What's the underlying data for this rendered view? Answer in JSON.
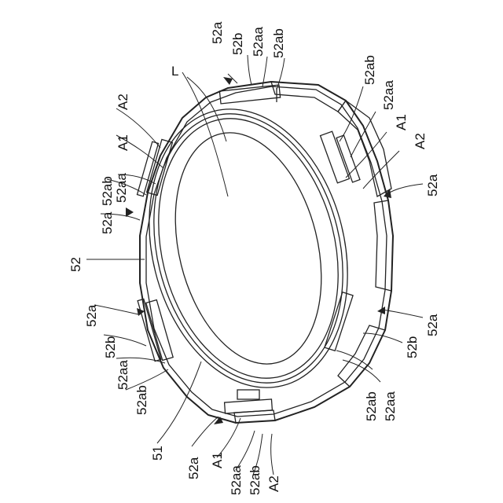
{
  "labels": {
    "l_L": "L",
    "l_52": "52",
    "l_51": "51",
    "top_52a": "52a",
    "top_52b": "52b",
    "top_52aa": "52aa",
    "top_52ab": "52ab",
    "tr_52ab": "52ab",
    "tr_52aa": "52aa",
    "tr_A1": "A1",
    "tr_A2": "A2",
    "r_52a_upper": "52a",
    "r_52a_lower": "52a",
    "r_52b": "52b",
    "br_52ab": "52ab",
    "br_52aa": "52aa",
    "tl_A2": "A2",
    "tl_A1": "A1",
    "tl_52aa": "52aa",
    "tl_52ab": "52ab",
    "l_52a_upper": "52a",
    "l_52a_lower": "52a",
    "l_52b": "52b",
    "l_52aa": "52aa",
    "l_52ab": "52ab",
    "b_52a": "52a",
    "b_A1": "A1",
    "b_52aa": "52aa",
    "b_52ab": "52ab",
    "b_A2": "A2"
  }
}
